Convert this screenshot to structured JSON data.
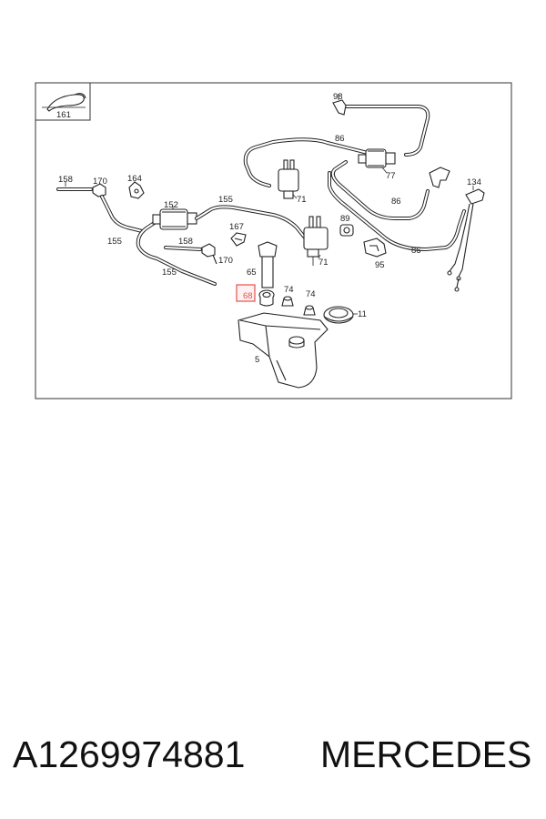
{
  "diagram": {
    "callouts": {
      "c161": "161",
      "c98": "98",
      "c86a": "86",
      "c86b": "86",
      "c86c": "86",
      "c77": "77",
      "c158a": "158",
      "c170a": "170",
      "c164": "164",
      "c71a": "71",
      "c71b": "71",
      "c134": "134",
      "c152": "152",
      "c155a": "155",
      "c155b": "155",
      "c155c": "155",
      "c167": "167",
      "c89": "89",
      "c158b": "158",
      "c170b": "170",
      "c95": "95",
      "c65": "65",
      "c74a": "74",
      "c74b": "74",
      "c68": "68",
      "c11": "11",
      "c5": "5"
    },
    "highlight_color": "#e8504a"
  },
  "footer": {
    "part_number": "A1269974881",
    "brand": "MERCEDES"
  }
}
